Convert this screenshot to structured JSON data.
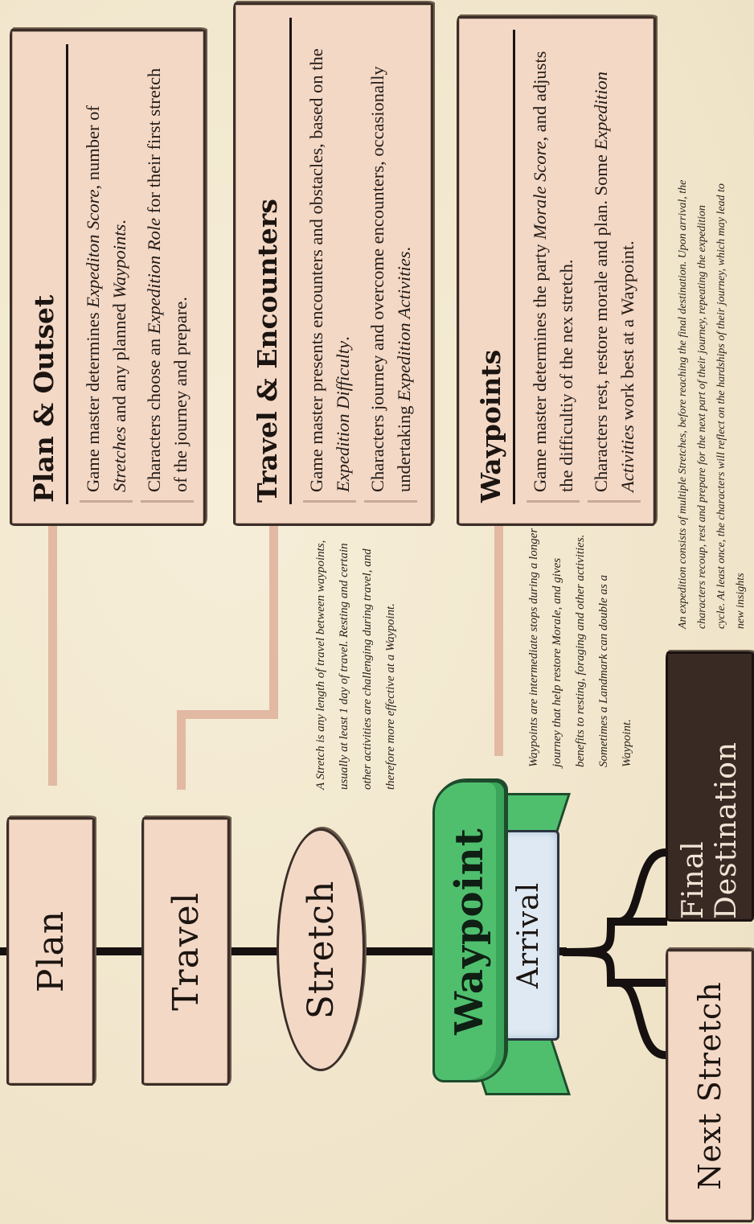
{
  "nodes": {
    "plan": "Plan",
    "travel": "Travel",
    "stretch": "Stretch",
    "waypoint": "Waypoint",
    "arrival": "Arrival",
    "next_stretch": "Next Stretch",
    "final_destination": "Final Destination"
  },
  "cards": {
    "plan_outset": {
      "title": "Plan & Outset",
      "p1_a": "Game master determines ",
      "p1_b": "Expediton Score",
      "p1_c": ", number of ",
      "p1_d": "Stretches",
      "p1_e": " and any planned ",
      "p1_f": "Waypoints",
      "p1_g": ".",
      "p2_a": "Characters choose an ",
      "p2_b": "Expedition Role",
      "p2_c": " for their first stretch of the journey and prepare."
    },
    "travel_encounters": {
      "title": "Travel & Encounters",
      "p1_a": "Game master presents encounters and obstacles, based on the ",
      "p1_b": "Expedition Difficulty",
      "p1_c": ".",
      "p2_a": "Characters journey and overcome encounters, occasionally undertaking ",
      "p2_b": "Expedition Activities",
      "p2_c": "."
    },
    "waypoints": {
      "title": "Waypoints",
      "p1_a": "Game master determines the party ",
      "p1_b": "Morale Score",
      "p1_c": ", and adjusts the difficultiy of the nex stretch.",
      "p2_a": "Characters rest, restore morale and plan. Some ",
      "p2_b": "Expedition Activities",
      "p2_c": " work best at a Waypoint."
    }
  },
  "notes": {
    "stretch_note": "A Stretch is any length of travel between waypoints, usually at least 1 day of travel. Resting and certain other activities are challenging during travel, and therefore more effective at a Waypoint.",
    "waypoint_note": "Waypoints are intermediate stops during a longer journey that help restore Morale, and gives benefits to resting, foraging and other activities. Sometimes a Landmark can double as a Waypoint.",
    "expedition_note": "An expedition consists of multiple Stretches, before reaching the final destination. Upon arrival, the characters recoup, rest and prepare for the next part of their journey, repeating the expedition cycle. At least once, the characters will reflect on the hardships of their journey, which may lead to new insights"
  },
  "colors": {
    "parchment": "#f3d8c6",
    "banner_green": "#4fbf6e",
    "arrival_blue": "#dfe9f3",
    "final_dark": "#3a2a24",
    "connector": "#e2b9a3"
  }
}
